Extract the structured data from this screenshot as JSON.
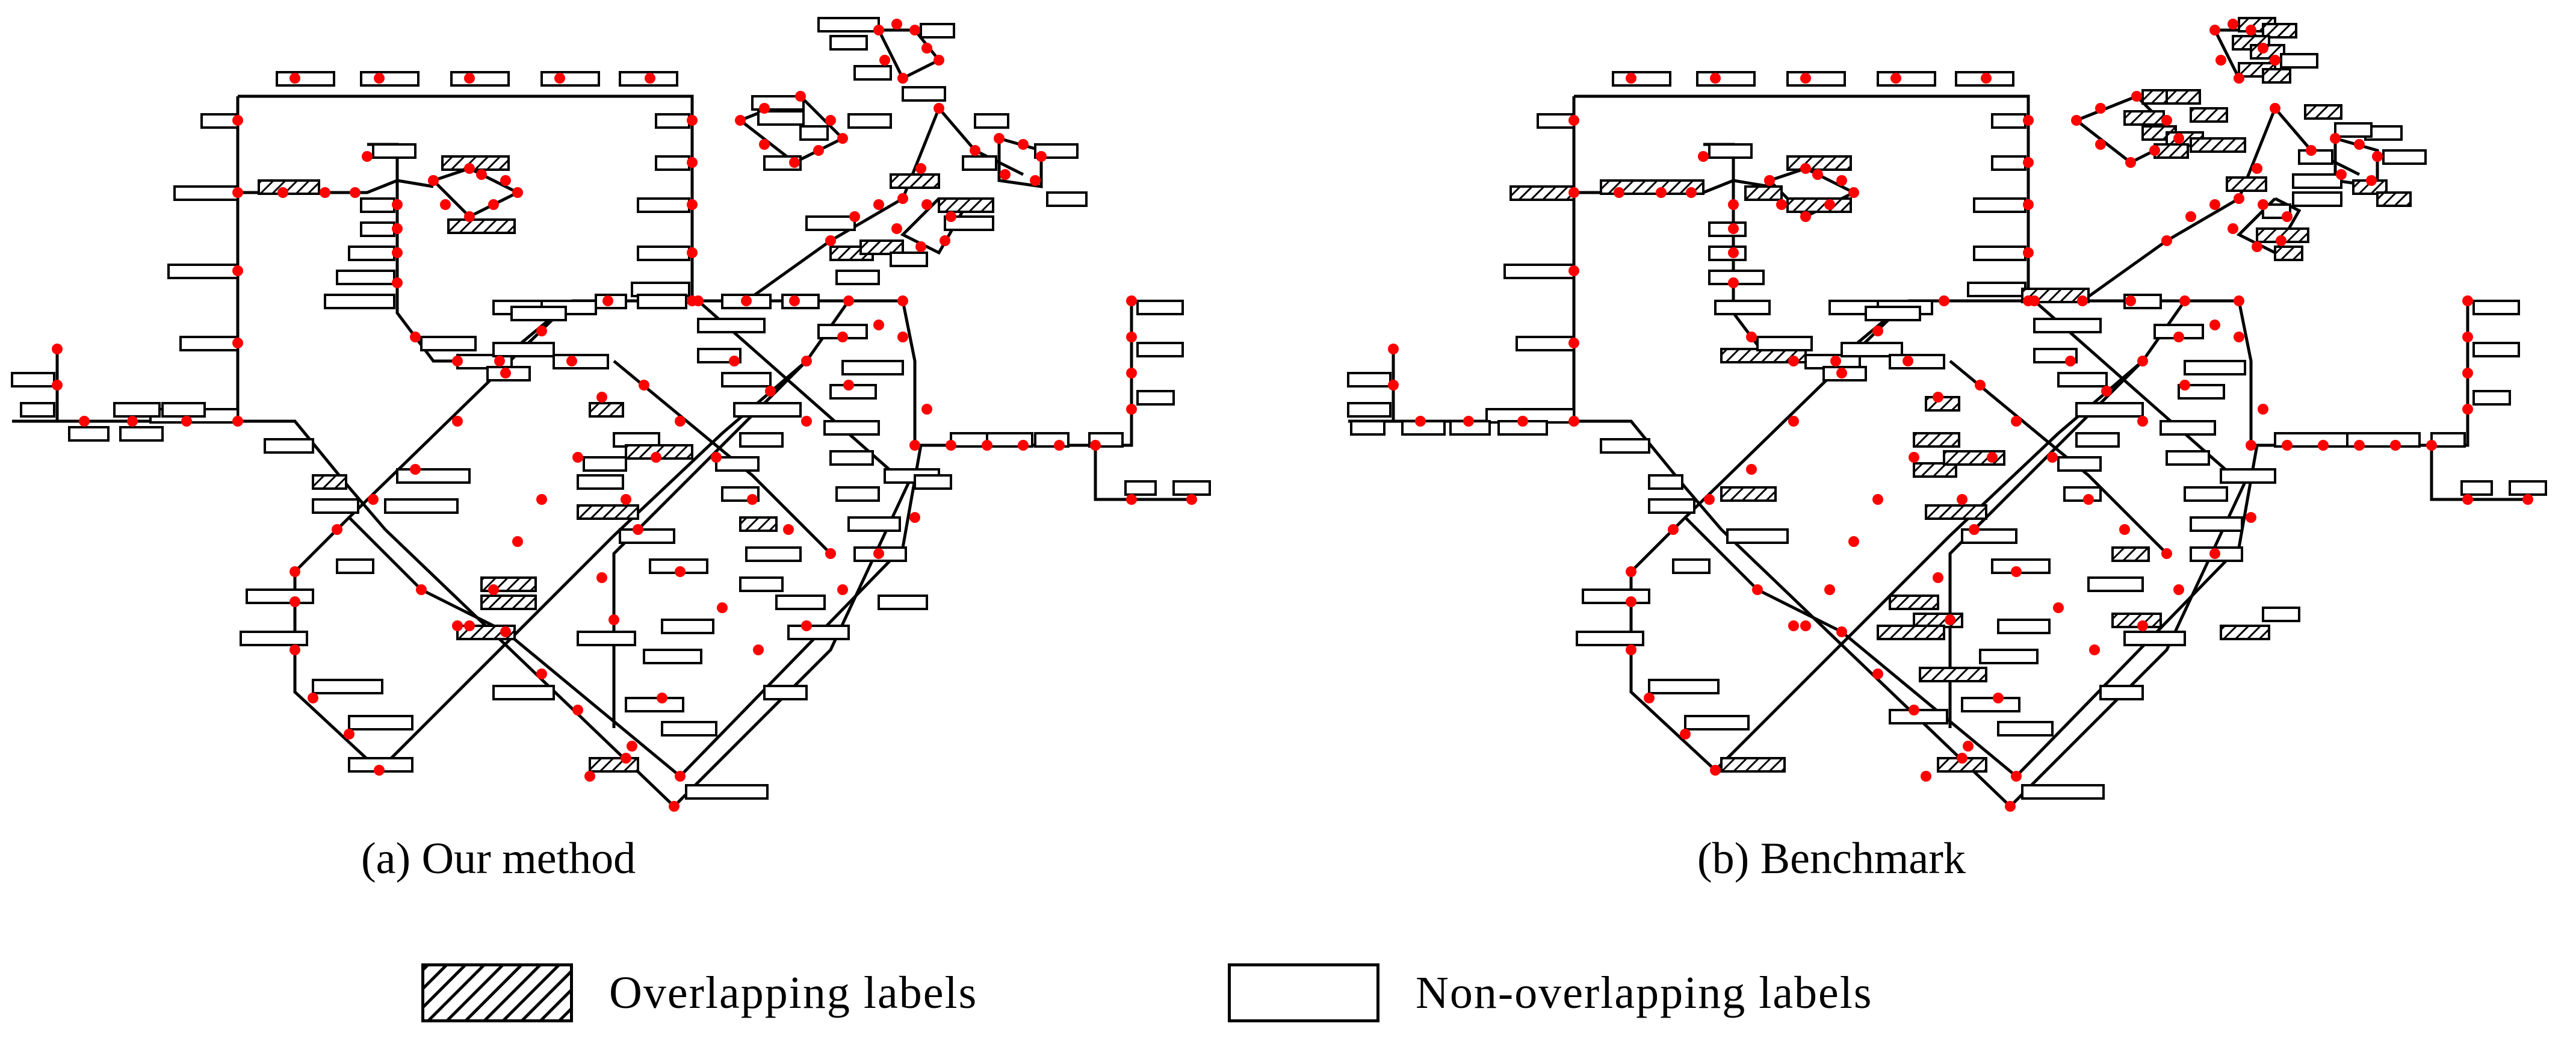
{
  "figure": {
    "panels": [
      {
        "id": "a",
        "caption": "(a) Our method"
      },
      {
        "id": "b",
        "caption": "(b) Benchmark"
      }
    ],
    "legend": {
      "overlapping": "Overlapping  labels",
      "non_overlapping": "Non-overlapping  labels"
    },
    "colors": {
      "station": "#ff0000",
      "line": "#000000",
      "label_border": "#000000",
      "label_fill": "#ffffff"
    }
  }
}
